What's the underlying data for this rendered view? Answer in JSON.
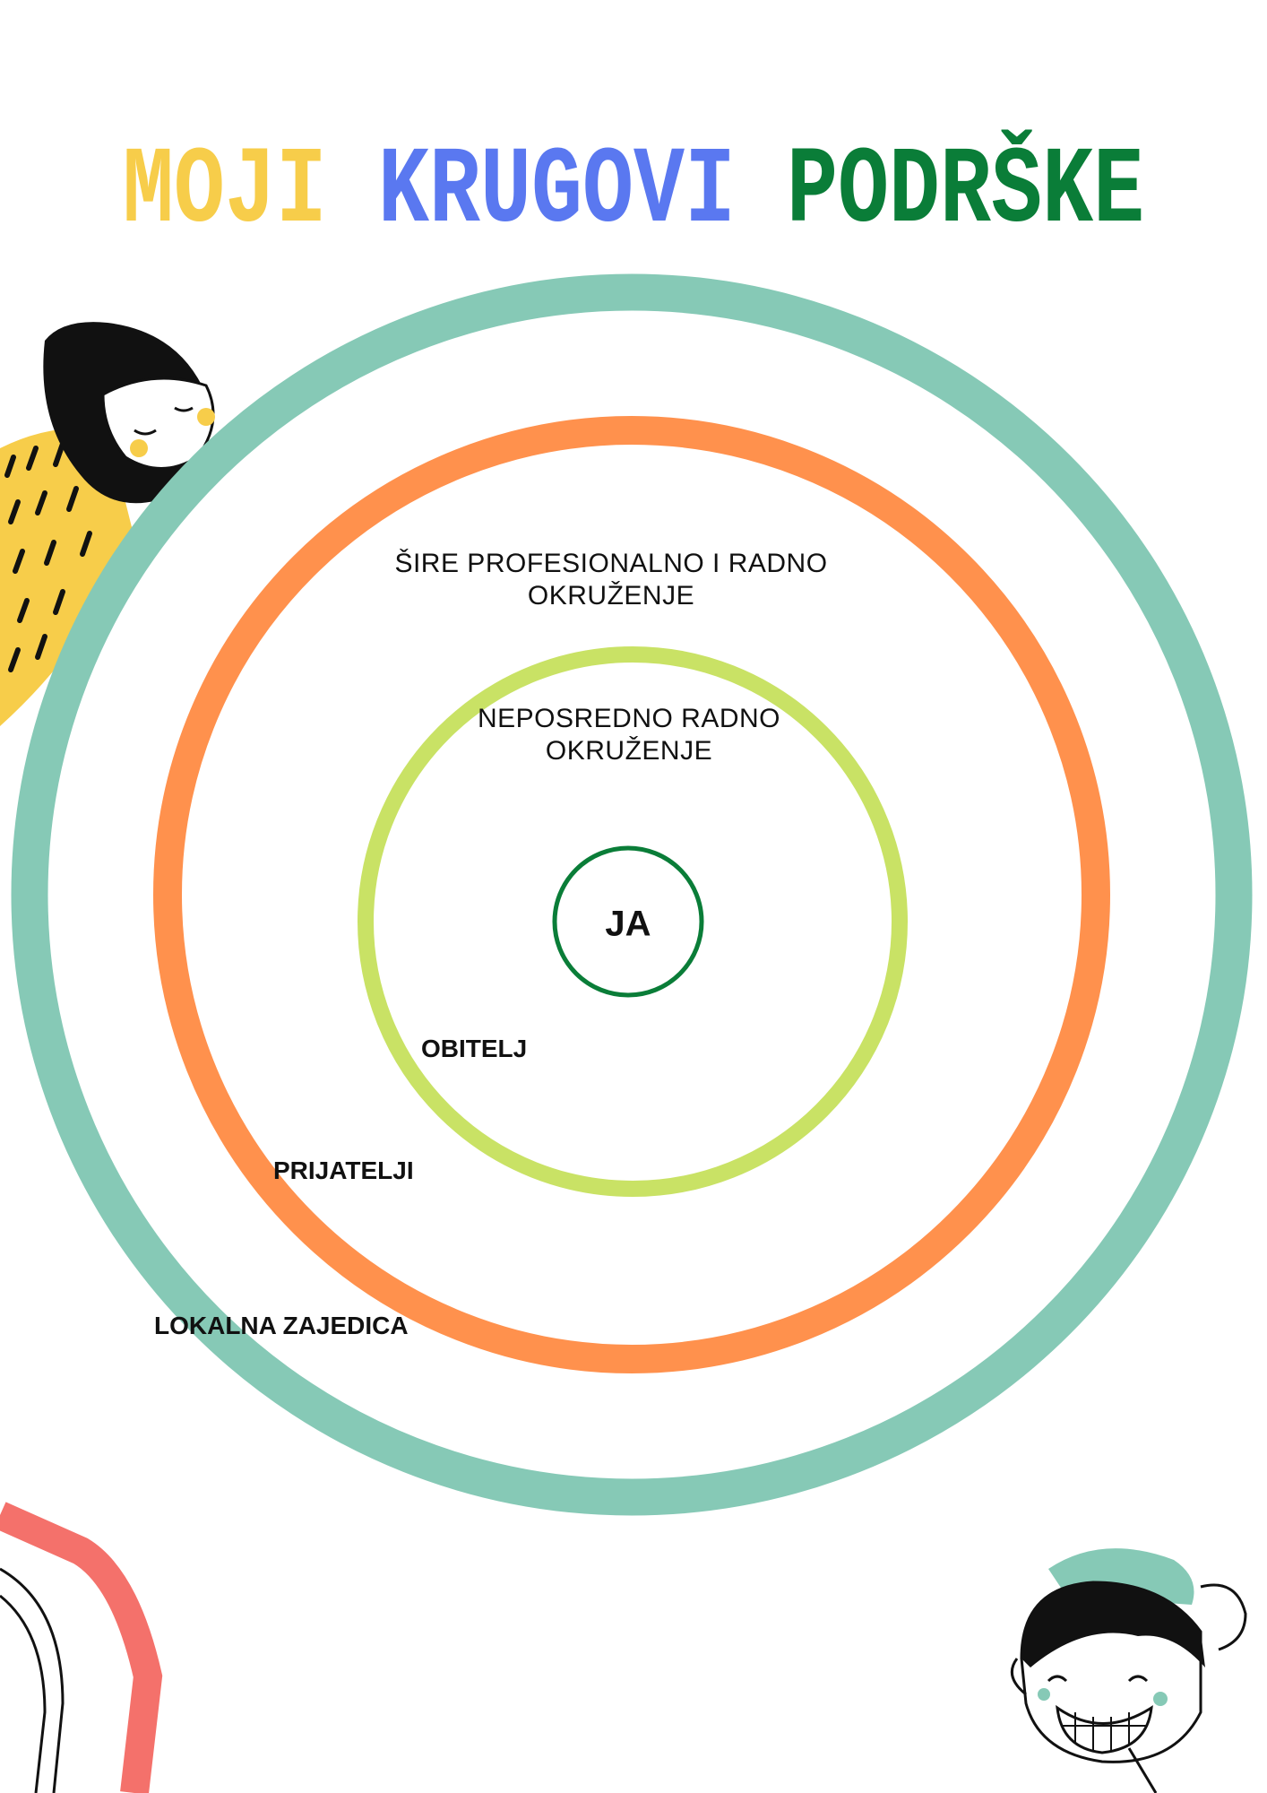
{
  "title": {
    "parts": [
      {
        "text": "MOJI",
        "color": "#F7CD4A"
      },
      {
        "text": "KRUGOVI",
        "color": "#5A78F0"
      },
      {
        "text": "PODRŠKE",
        "color": "#0A7D38"
      }
    ]
  },
  "rings": [
    {
      "name": "lokalna-zajednica",
      "color": "#86C9B6"
    },
    {
      "name": "prijatelji",
      "color": "#FF914D"
    },
    {
      "name": "obitelj",
      "color": "#C9E265"
    },
    {
      "name": "ja",
      "color": "#0A7D38"
    }
  ],
  "labels": {
    "wider_line1": "ŠIRE PROFESIONALNO I RADNO",
    "wider_line2": "OKRUŽENJE",
    "direct_line1": "NEPOSREDNO RADNO",
    "direct_line2": "OKRUŽENJE",
    "center": "JA",
    "family": "OBITELJ",
    "friends": "PRIJATELJI",
    "community": "LOKALNA ZAJEDICA"
  }
}
